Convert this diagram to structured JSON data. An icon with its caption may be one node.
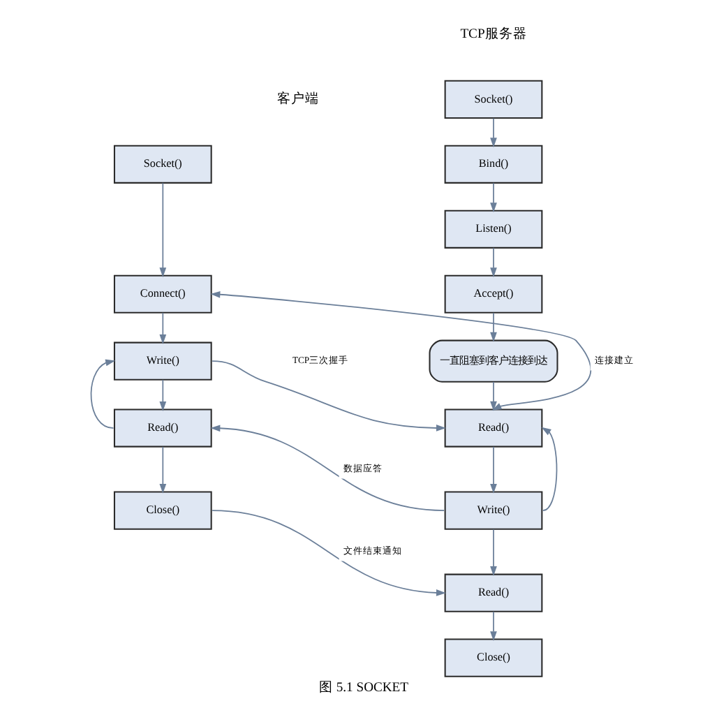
{
  "diagram": {
    "caption": "图 5.1 SOCKET",
    "nodes": [
      {
        "text": [
          "Socket()"
        ]
      },
      {
        "text": [
          "Connect()"
        ]
      },
      {
        "text": [
          "Write()"
        ]
      },
      {
        "text": [
          "Read()"
        ]
      },
      {
        "text": [
          "Close()"
        ]
      },
      {
        "text": [
          "Socket()"
        ]
      },
      {
        "text": [
          "Bind()"
        ]
      },
      {
        "text": [
          "Listen()"
        ]
      },
      {
        "text": [
          "Accept()"
        ]
      },
      {
        "text": [
          "一直阻塞到客户连接到达"
        ]
      },
      {
        "text": [
          "Read()"
        ]
      },
      {
        "text": [
          "Write()"
        ]
      },
      {
        "text": [
          "Read()"
        ]
      },
      {
        "text": [
          "Close()"
        ]
      }
    ],
    "edges": [
      {
        "from": 0,
        "to": 1,
        "arrow": "to"
      },
      {
        "from": 1,
        "to": 2,
        "arrow": "to"
      },
      {
        "from": 2,
        "to": 3,
        "arrow": "to"
      },
      {
        "from": 3,
        "to": 2,
        "arrow": "to"
      },
      {
        "from": 3,
        "to": 4,
        "arrow": "to"
      },
      {
        "from": 5,
        "to": 6,
        "arrow": "to"
      },
      {
        "from": 6,
        "to": 7,
        "arrow": "to"
      },
      {
        "from": 7,
        "to": 8,
        "arrow": "to"
      },
      {
        "from": 8,
        "to": 9,
        "arrow": "to"
      },
      {
        "from": 9,
        "to": 10,
        "arrow": "to"
      },
      {
        "from": 10,
        "to": 11,
        "arrow": "to"
      },
      {
        "from": 11,
        "to": 10,
        "arrow": "to"
      },
      {
        "from": 11,
        "to": 12,
        "arrow": "to"
      },
      {
        "from": 12,
        "to": 13,
        "arrow": "to"
      },
      {
        "from": 1,
        "to": 10,
        "arrow": "both",
        "label": "连接建立"
      },
      {
        "from": 2,
        "to": 10,
        "arrow": "to"
      },
      {
        "from": 11,
        "to": 3,
        "arrow": "to",
        "label": "数据应答"
      },
      {
        "from": 4,
        "to": 12,
        "arrow": "to",
        "label": "文件结束通知"
      }
    ],
    "labels": [
      "TCP服务器",
      "客户端",
      "TCP三次握手"
    ]
  }
}
